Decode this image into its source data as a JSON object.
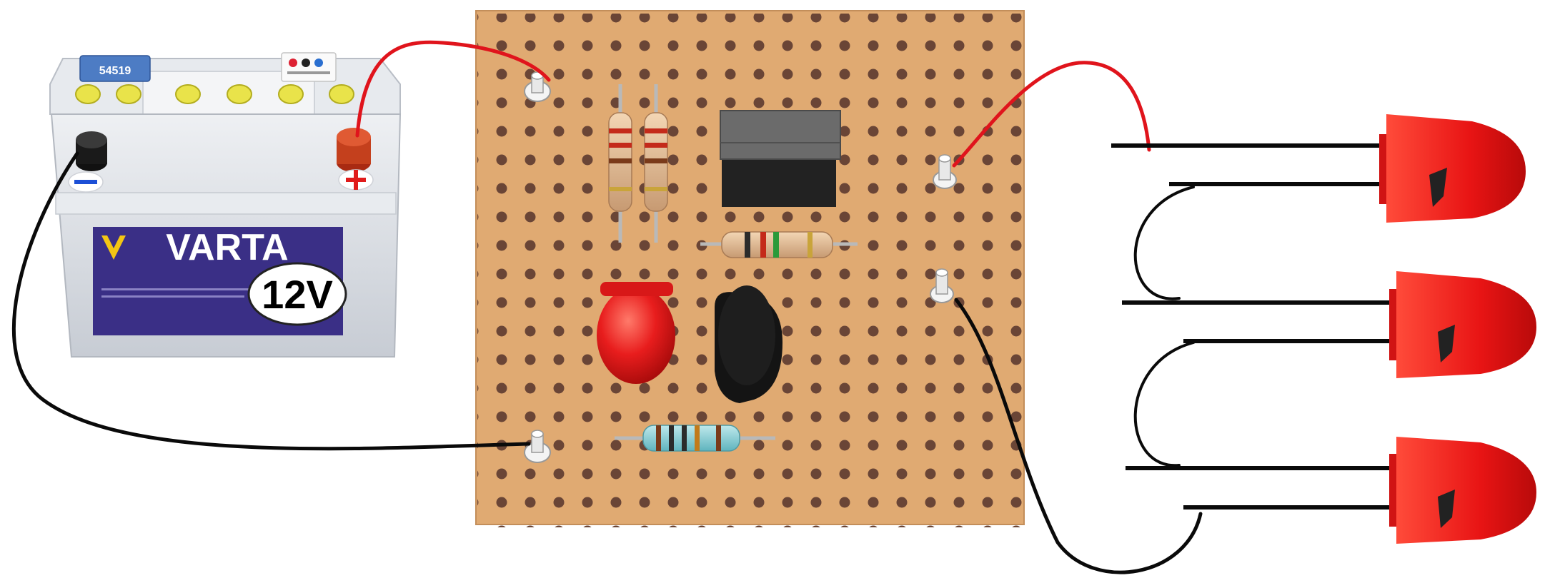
{
  "battery": {
    "brand": "VARTA",
    "voltage_label": "12V",
    "model_number": "54519",
    "negative_symbol": "−",
    "positive_symbol": "+"
  },
  "colors": {
    "wire_positive": "#e0141c",
    "wire_negative": "#0a0a0a",
    "board": "#e0aa72",
    "board_hole": "#6a4536",
    "led_red": "#ee1c1c",
    "battery_label": "#3a2f86",
    "battery_case": "#dcdfe5"
  },
  "icons": {
    "battery": "car-battery-icon",
    "led": "led-icon",
    "resistor": "resistor-icon",
    "transistor": "transistor-icon",
    "stripboard": "stripboard-icon"
  }
}
